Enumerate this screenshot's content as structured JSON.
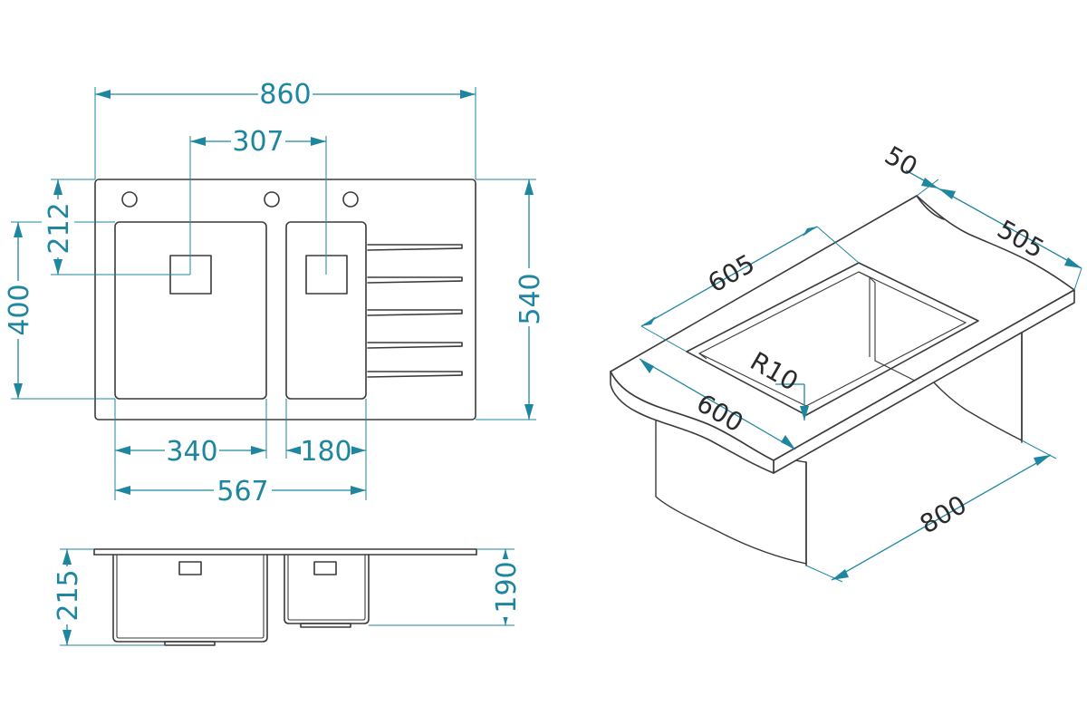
{
  "top_view": {
    "overall_width": "860",
    "tap_hole_spacing": "307",
    "overall_depth": "540",
    "bowl_depth": "400",
    "bowl_offset": "212",
    "large_bowl_width": "340",
    "small_bowl_width": "180",
    "bowls_total_width": "567"
  },
  "front_view": {
    "large_bowl_height": "215",
    "small_bowl_height": "190"
  },
  "installation_view": {
    "worktop_edge": "50",
    "cabinet_side_depth": "505",
    "cutout_length": "605",
    "cutout_width": "600",
    "corner_radius": "R10",
    "cabinet_width": "800"
  },
  "colors": {
    "dimension": "#1f86a0",
    "outline": "#3a3a3a",
    "background": "#ffffff"
  }
}
